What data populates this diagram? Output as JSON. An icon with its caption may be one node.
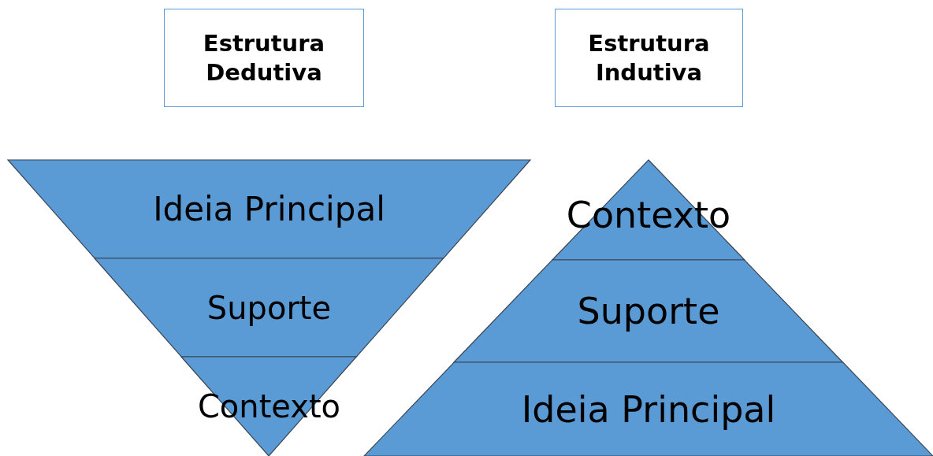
{
  "diagram": {
    "nodes": [
      {
        "text": [
          "Estrutura Dedutiva"
        ]
      },
      {
        "text": [
          "Estrutura Indutiva"
        ]
      },
      {
        "text": [
          "Ideia Principal"
        ]
      },
      {
        "text": [
          "Suporte"
        ]
      },
      {
        "text": [
          "Contexto"
        ]
      },
      {
        "text": [
          "Contexto"
        ]
      },
      {
        "text": [
          "Suporte"
        ]
      },
      {
        "text": [
          "Ideia Principal"
        ]
      }
    ]
  }
}
